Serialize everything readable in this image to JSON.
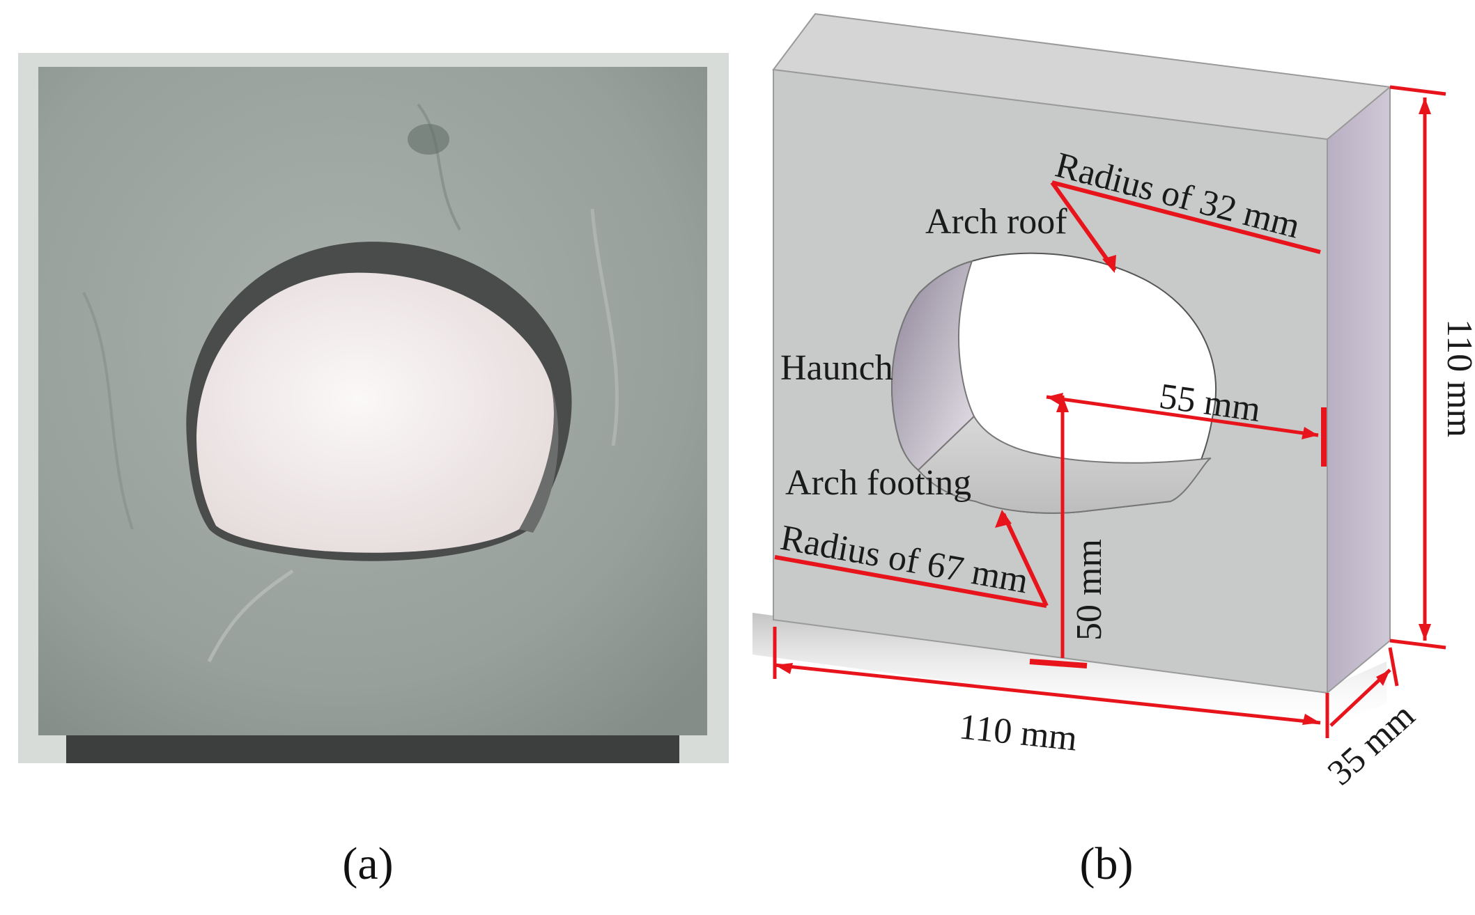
{
  "panels": {
    "a": {
      "caption": "(a)"
    },
    "b": {
      "caption": "(b)",
      "labels": {
        "arch_roof": "Arch roof",
        "haunch": "Haunch",
        "arch_footing": "Arch footing",
        "radius_roof": "Radius of 32 mm",
        "radius_footing": "Radius of 67 mm"
      },
      "dimensions": {
        "width": "110 mm",
        "height": "110 mm",
        "depth": "35 mm",
        "center_horizontal": "55 mm",
        "center_vertical": "50 mm"
      }
    }
  },
  "colors": {
    "dimension_red": "#e8141c",
    "specimen_grey": "#9fa7a3",
    "face_grey": "#c9cbcb",
    "side_mauve": "#bfb6c8"
  }
}
